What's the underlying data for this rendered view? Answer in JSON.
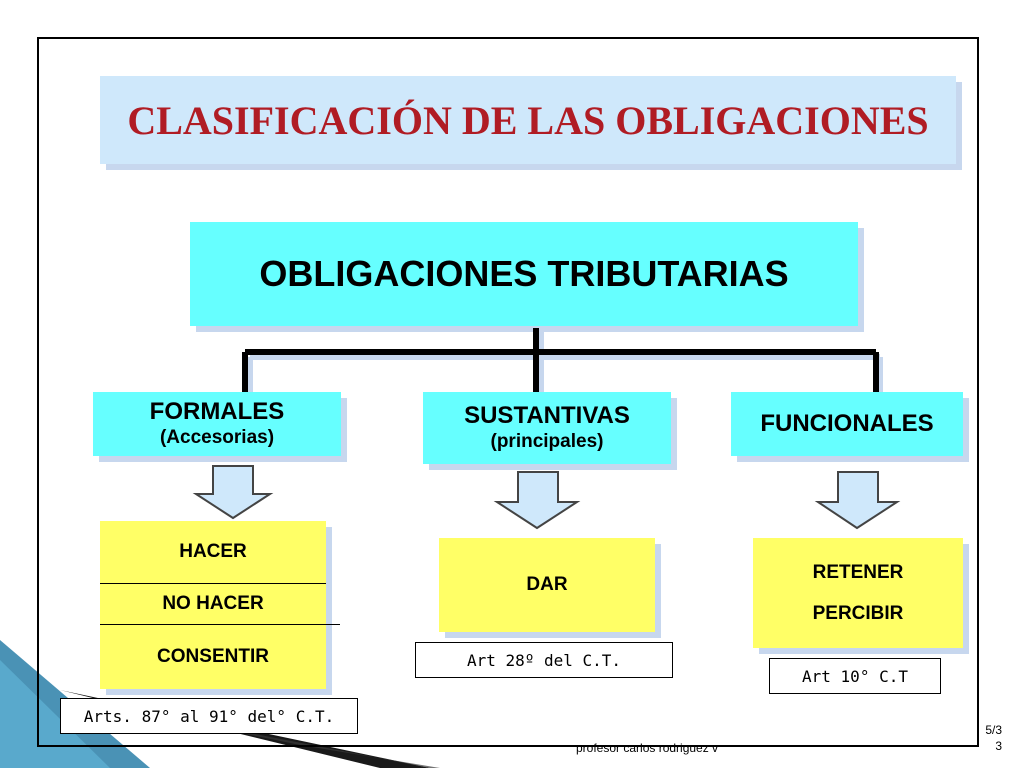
{
  "title": "CLASIFICACIÓN DE LAS OBLIGACIONES",
  "main": "OBLIGACIONES TRIBUTARIAS",
  "categories": [
    {
      "label": "FORMALES",
      "sub": "(Accesorias)"
    },
    {
      "label": "SUSTANTIVAS",
      "sub": "(principales)"
    },
    {
      "label": "FUNCIONALES",
      "sub": ""
    }
  ],
  "formales_items": [
    "HACER",
    "NO HACER",
    "CONSENTIR"
  ],
  "sustantivas_items": [
    "DAR"
  ],
  "funcionales_items": [
    "RETENER",
    "PERCIBIR"
  ],
  "references": [
    "Arts. 87° al 91° del° C.T.",
    "Art 28º del C.T.",
    "Art 10° C.T"
  ],
  "footer": {
    "author": "profesor carlos rodriguez v",
    "page": "5/3 3"
  },
  "colors": {
    "title_bg": "#cfe8fb",
    "title_text": "#b01c24",
    "cyan": "#66ffff",
    "yellow": "#ffff66",
    "arrow": "#cfe8fb"
  }
}
